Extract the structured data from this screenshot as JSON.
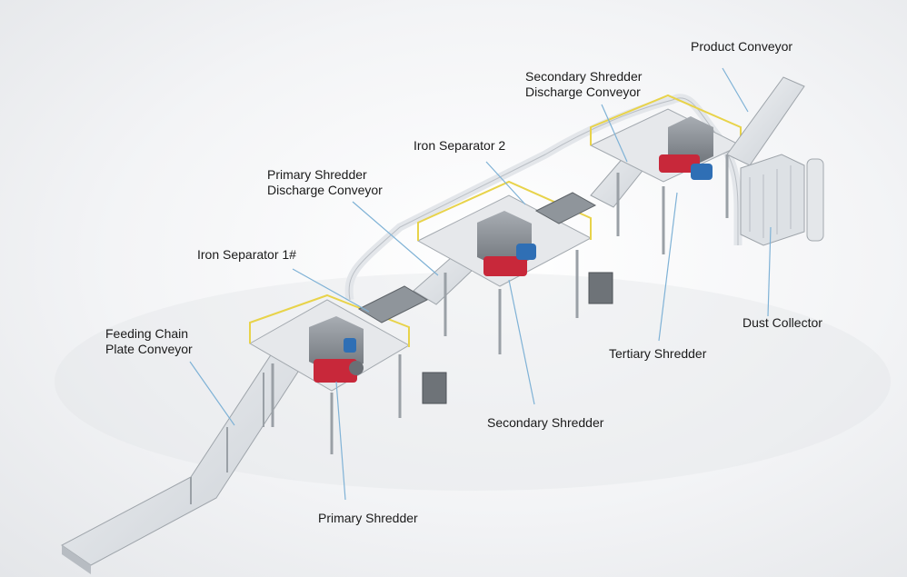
{
  "labels": {
    "product_conveyor": "Product Conveyor",
    "secondary_discharge": [
      "Secondary Shredder",
      "Discharge Conveyor"
    ],
    "iron_separator_2": "Iron Separator 2",
    "primary_discharge": [
      "Primary Shredder",
      "Discharge Conveyor"
    ],
    "iron_separator_1": "Iron Separator 1#",
    "feeding_conveyor": [
      "Feeding Chain",
      "Plate Conveyor"
    ],
    "dust_collector": "Dust Collector",
    "tertiary_shredder": "Tertiary Shredder",
    "secondary_shredder": "Secondary Shredder",
    "primary_shredder": "Primary Shredder"
  },
  "colors": {
    "leader_line": "#7fb2d6",
    "conveyor": "#d9dde2",
    "rail": "#e8d34a",
    "shredder_red": "#c8283a",
    "motor_blue": "#2f6fb5",
    "frame": "#9aa0a6"
  }
}
